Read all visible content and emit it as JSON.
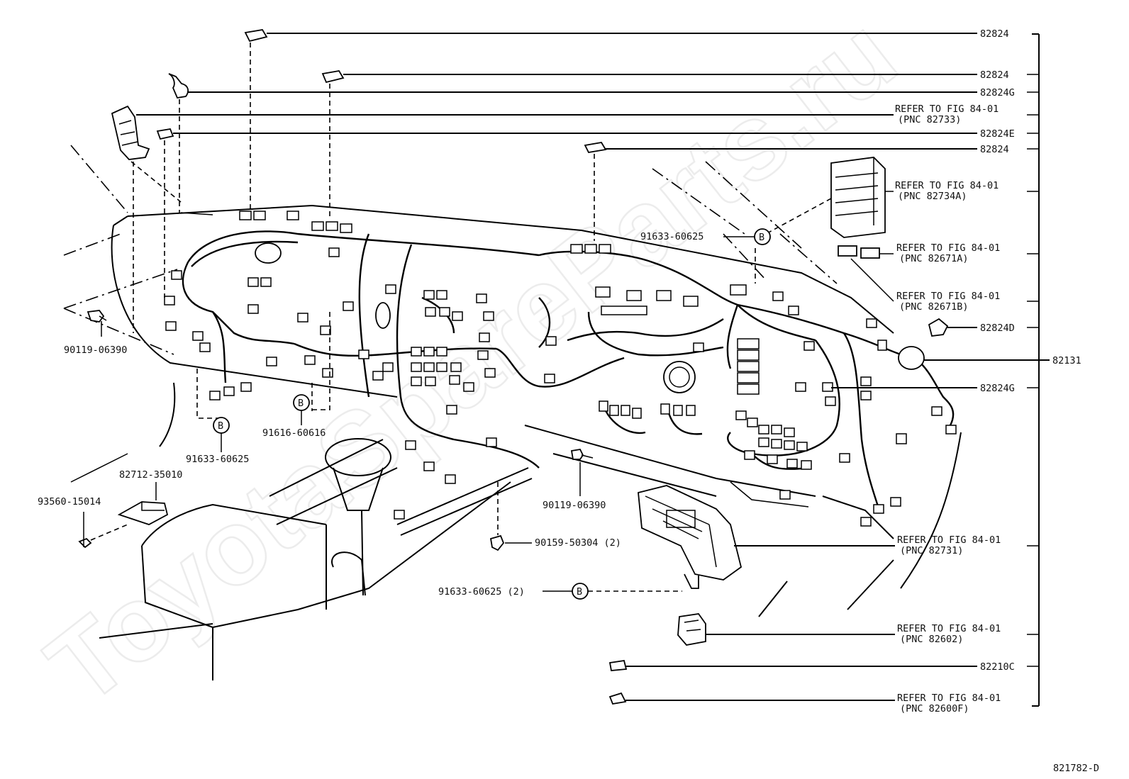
{
  "watermark": "ToyotaSpareParts.ru",
  "diagram_code": "821782-D",
  "fastener_refs": {
    "mark": "B",
    "left": "91633-60625",
    "middle": "91616-60616",
    "top_right": "91633-60625",
    "bottom": "91633-60625 (2)"
  },
  "left_labels": {
    "bolt_left": "90119-06390",
    "bracket": "82712-35010",
    "screw": "93560-15014"
  },
  "center_labels": {
    "bolt_center": "90119-06390",
    "clip": "90159-50304 (2)"
  },
  "right_labels": [
    {
      "line1": "82824",
      "line2": ""
    },
    {
      "line1": "82824",
      "line2": ""
    },
    {
      "line1": "82824G",
      "line2": ""
    },
    {
      "line1": "REFER TO FIG 84-01",
      "line2": "(PNC 82733)"
    },
    {
      "line1": "82824E",
      "line2": ""
    },
    {
      "line1": "82824",
      "line2": ""
    },
    {
      "line1": "REFER TO FIG 84-01",
      "line2": "(PNC 82734A)"
    },
    {
      "line1": "REFER TO FIG 84-01",
      "line2": "(PNC 82671A)"
    },
    {
      "line1": "REFER TO FIG 84-01",
      "line2": "(PNC 82671B)"
    },
    {
      "line1": "82824D",
      "line2": ""
    },
    {
      "line1": "82131",
      "line2": ""
    },
    {
      "line1": "82824G",
      "line2": ""
    },
    {
      "line1": "REFER TO FIG 84-01",
      "line2": "(PNC 82731)"
    },
    {
      "line1": "REFER TO FIG 84-01",
      "line2": "(PNC 82602)"
    },
    {
      "line1": "82210C",
      "line2": ""
    },
    {
      "line1": "REFER TO FIG 84-01",
      "line2": "(PNC 82600F)"
    }
  ]
}
